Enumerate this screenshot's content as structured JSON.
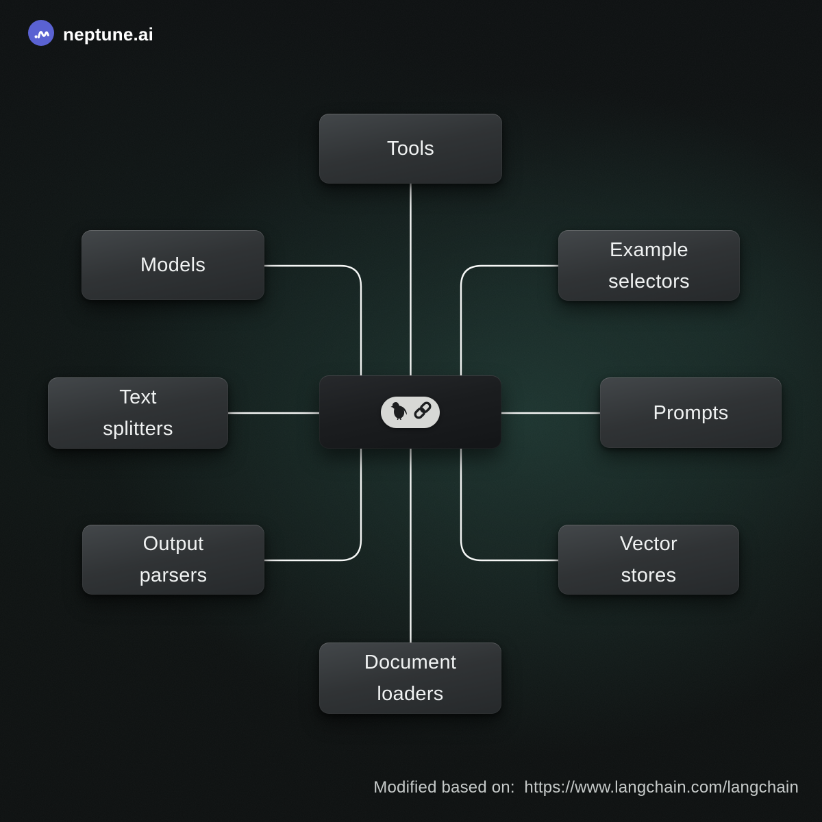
{
  "brand": {
    "name": "neptune.ai",
    "logo_icon": "neptune-wave-icon",
    "logo_color": "#5a62d2"
  },
  "diagram": {
    "central": {
      "icon": "langchain-logo",
      "icon_parts": [
        "parrot-icon",
        "chain-link-icon"
      ],
      "pill_color": "#d7d8d5",
      "icon_color": "#1d1f20"
    },
    "nodes": [
      {
        "id": "tools",
        "label": "Tools"
      },
      {
        "id": "models",
        "label": "Models"
      },
      {
        "id": "example-selectors",
        "label": "Example\nselectors"
      },
      {
        "id": "text-splitters",
        "label": "Text\nsplitters"
      },
      {
        "id": "prompts",
        "label": "Prompts"
      },
      {
        "id": "output-parsers",
        "label": "Output\nparsers"
      },
      {
        "id": "vector-stores",
        "label": "Vector\nstores"
      },
      {
        "id": "document-loaders",
        "label": "Document\nloaders"
      }
    ],
    "connector_color": "#f6f7f6",
    "node_text_color": "#f0f2f2",
    "background_glow_color": "#284e46"
  },
  "footer": {
    "credit": "Modified based on:  https://www.langchain.com/langchain"
  }
}
